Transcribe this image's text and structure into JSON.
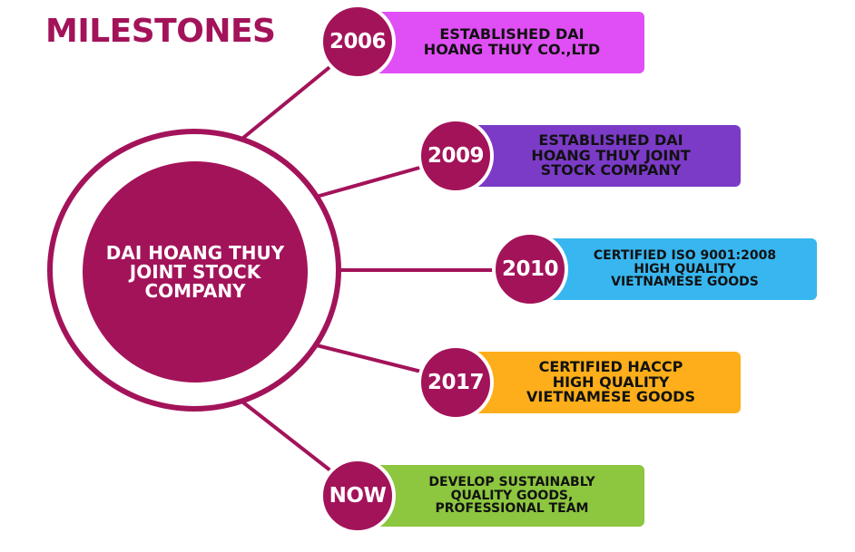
{
  "title": "MILESTONES",
  "hub_label": "DAI HOANG THUY\nJOINT STOCK\nCOMPANY",
  "milestones": [
    {
      "year": "2006",
      "text": "ESTABLISHED DAI\nHOANG THUY CO.,LTD",
      "color": "#e04ff5"
    },
    {
      "year": "2009",
      "text": "ESTABLISHED DAI\nHOANG THUY JOINT\nSTOCK COMPANY",
      "color": "#7b3bc7"
    },
    {
      "year": "2010",
      "text": "CERTIFIED ISO 9001:2008\nHIGH QUALITY\nVIETNAMESE GOODS",
      "color": "#38b6f0"
    },
    {
      "year": "2017",
      "text": "CERTIFIED HACCP\nHIGH QUALITY\nVIETNAMESE GOODS",
      "color": "#fdae1a"
    },
    {
      "year": "NOW",
      "text": "DEVELOP SUSTAINABLY\nQUALITY GOODS,\nPROFESSIONAL TEAM",
      "color": "#8dc63f"
    }
  ],
  "colors": {
    "primary": "#a3135a"
  }
}
